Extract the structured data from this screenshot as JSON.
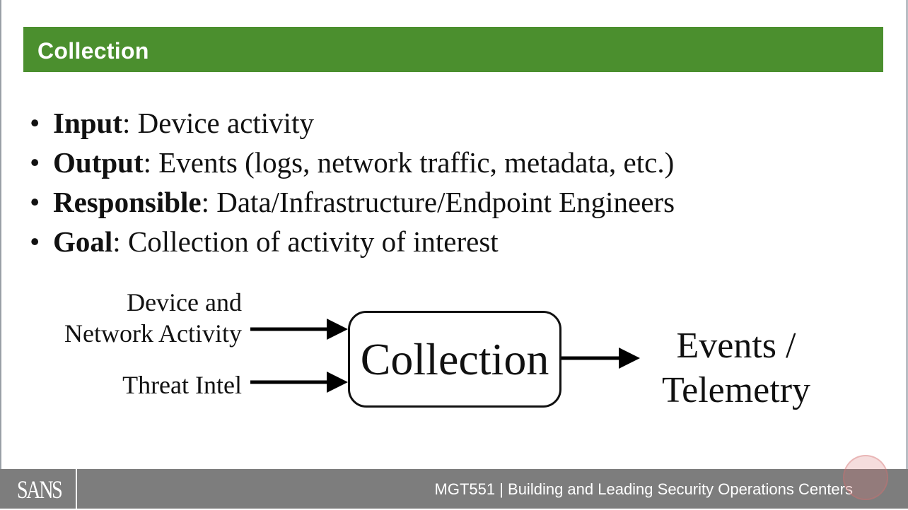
{
  "slide": {
    "title": "Collection",
    "bullets": [
      {
        "term": "Input",
        "text": ": Device activity"
      },
      {
        "term": "Output",
        "text": ": Events (logs, network traffic, metadata, etc.)"
      },
      {
        "term": "Responsible",
        "text": ": Data/Infrastructure/Endpoint Engineers"
      },
      {
        "term": "Goal",
        "text": ": Collection of activity of interest"
      }
    ]
  },
  "diagram": {
    "inputs": [
      {
        "line1": "Device and",
        "line2": "Network Activity"
      },
      {
        "line1": "Threat Intel"
      }
    ],
    "process": "Collection",
    "output": {
      "line1": "Events /",
      "line2": "Telemetry"
    }
  },
  "footer": {
    "logo": "SANS",
    "course": "MGT551 | Building and Leading Security Operations Centers"
  },
  "colors": {
    "title_bar": "#4b8f2e",
    "footer": "#7d7d7d",
    "text": "#111111"
  },
  "icons": {
    "bullet": "bullet-dot",
    "arrows": "right-arrow-icon"
  }
}
